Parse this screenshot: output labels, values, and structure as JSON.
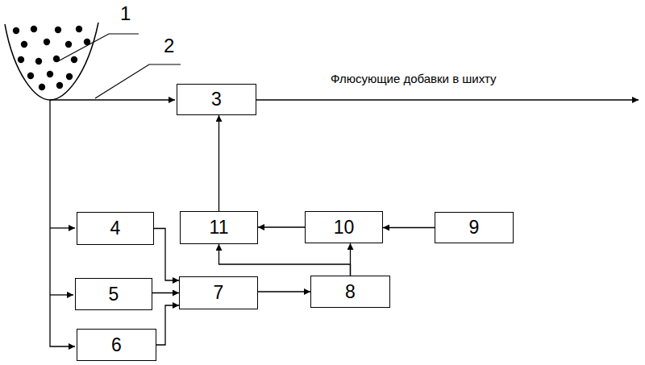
{
  "diagram": {
    "nodes": [
      {
        "text": [
          "3"
        ]
      },
      {
        "text": [
          "4"
        ]
      },
      {
        "text": [
          "5"
        ]
      },
      {
        "text": [
          "6"
        ]
      },
      {
        "text": [
          "7"
        ]
      },
      {
        "text": [
          "8"
        ]
      },
      {
        "text": [
          "9"
        ]
      },
      {
        "text": [
          "10"
        ]
      },
      {
        "text": [
          "11"
        ]
      }
    ],
    "edges": [
      {
        "from": 8,
        "to": 0,
        "arrow": "to"
      },
      {
        "from": 7,
        "to": 8,
        "arrow": "to"
      },
      {
        "from": 6,
        "to": 7,
        "arrow": "to"
      },
      {
        "from": 1,
        "to": 4,
        "arrow": "to"
      },
      {
        "from": 2,
        "to": 4,
        "arrow": "to"
      },
      {
        "from": 3,
        "to": 4,
        "arrow": "to"
      },
      {
        "from": 4,
        "to": 5,
        "arrow": "to"
      },
      {
        "from": 5,
        "to": 7,
        "arrow": "to"
      },
      {
        "from": 5,
        "to": 8,
        "arrow": "to"
      }
    ],
    "labels": [
      "1",
      "2",
      "Флюсующие добавки в шихту"
    ]
  }
}
